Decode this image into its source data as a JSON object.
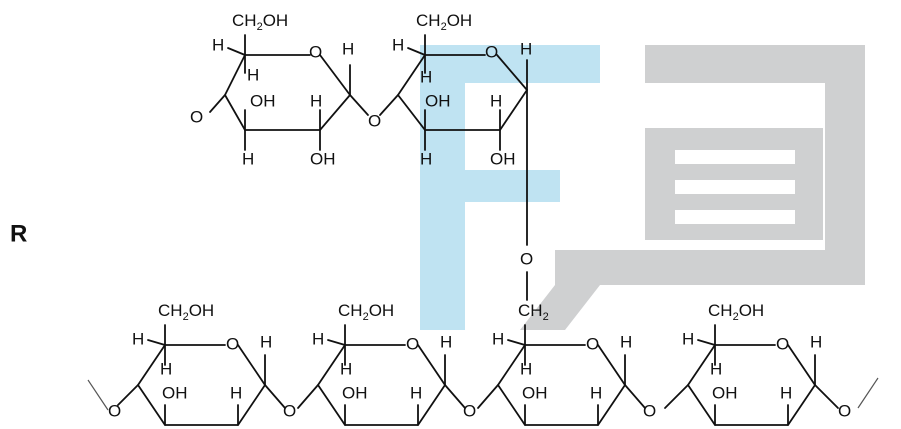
{
  "label": "R",
  "atoms": {
    "ch2oh": "CH",
    "ch2oh_sub": "2",
    "ch2oh_tail": "OH",
    "oh": "OH",
    "h": "H",
    "o": "O",
    "ch2": "CH"
  },
  "watermark": {
    "blue": "#bfe3f2",
    "gray": "#cfd0d1"
  }
}
